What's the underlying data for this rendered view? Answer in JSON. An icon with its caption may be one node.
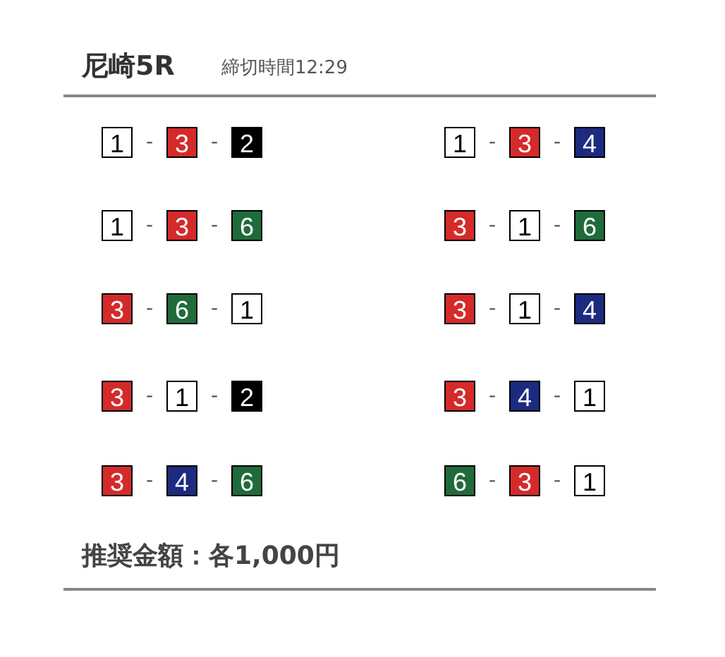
{
  "diagram": {
    "title": "尼崎5R",
    "nodes": [
      {
        "text": [
          "1"
        ]
      },
      {
        "text": [
          "3"
        ]
      },
      {
        "text": [
          "2"
        ]
      },
      {
        "text": [
          "1"
        ]
      },
      {
        "text": [
          "3"
        ]
      },
      {
        "text": [
          "4"
        ]
      },
      {
        "text": [
          "1"
        ]
      },
      {
        "text": [
          "3"
        ]
      },
      {
        "text": [
          "6"
        ]
      },
      {
        "text": [
          "3"
        ]
      },
      {
        "text": [
          "1"
        ]
      },
      {
        "text": [
          "6"
        ]
      },
      {
        "text": [
          "3"
        ]
      },
      {
        "text": [
          "6"
        ]
      },
      {
        "text": [
          "1"
        ]
      },
      {
        "text": [
          "3"
        ]
      },
      {
        "text": [
          "1"
        ]
      },
      {
        "text": [
          "4"
        ]
      },
      {
        "text": [
          "3"
        ]
      },
      {
        "text": [
          "1"
        ]
      },
      {
        "text": [
          "2"
        ]
      },
      {
        "text": [
          "3"
        ]
      },
      {
        "text": [
          "4"
        ]
      },
      {
        "text": [
          "1"
        ]
      },
      {
        "text": [
          "3"
        ]
      },
      {
        "text": [
          "4"
        ]
      },
      {
        "text": [
          "6"
        ]
      },
      {
        "text": [
          "6"
        ]
      },
      {
        "text": [
          "3"
        ]
      },
      {
        "text": [
          "1"
        ]
      }
    ],
    "labels": [
      "締切時間12:29",
      "-",
      "-",
      "-",
      "-",
      "-",
      "-",
      "-",
      "-",
      "-",
      "-",
      "-",
      "-",
      "-",
      "-",
      "-",
      "-",
      "-",
      "-",
      "-",
      "-",
      "推奨金額：各1,000円"
    ]
  }
}
